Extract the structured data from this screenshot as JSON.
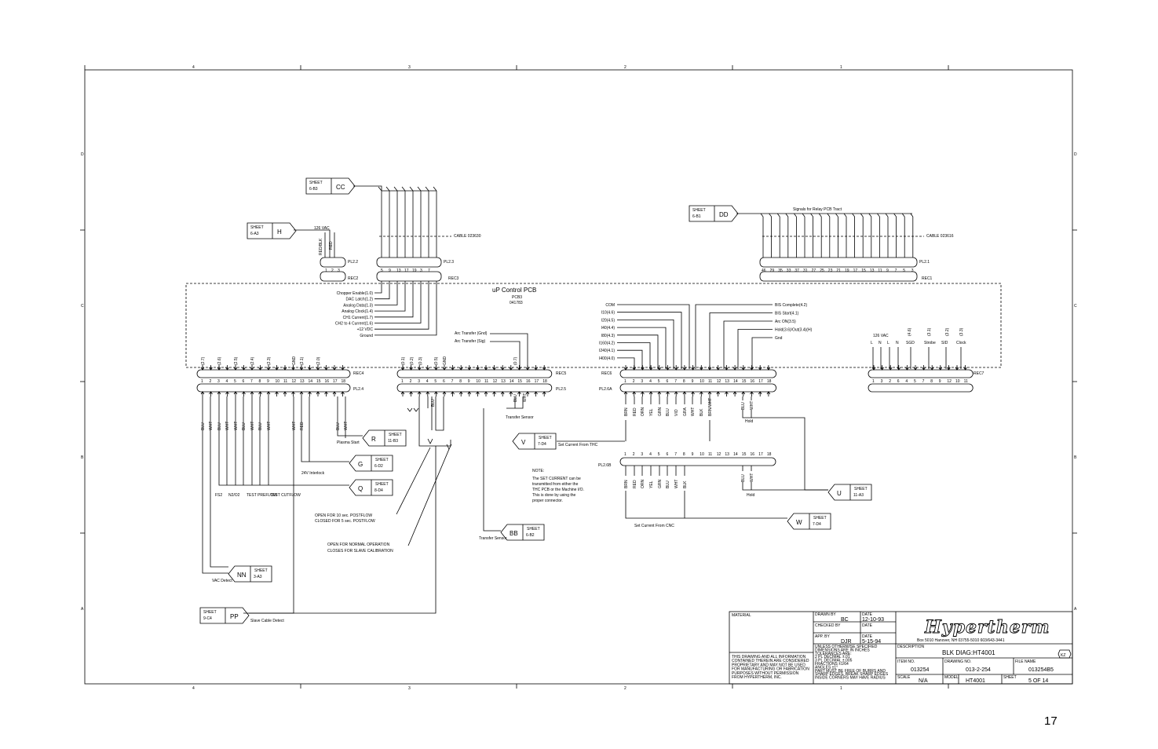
{
  "page_number": "17",
  "border": {
    "col_numbers": [
      "4",
      "3",
      "2",
      "1"
    ],
    "row_letters": [
      "D",
      "C",
      "B",
      "A"
    ]
  },
  "board": {
    "title": "uP Control PCB",
    "ref": "PCB3",
    "part": "041783"
  },
  "sheet_refs": [
    {
      "id": "CC",
      "sheet": "6-B3"
    },
    {
      "id": "H",
      "sheet": "6-A3"
    },
    {
      "id": "DD",
      "sheet": "6-B1"
    },
    {
      "id": "R",
      "sheet": "11-B3"
    },
    {
      "id": "G",
      "sheet": "6-D2"
    },
    {
      "id": "Q",
      "sheet": "8-D4"
    },
    {
      "id": "V",
      "sheet": "7-D4"
    },
    {
      "id": "U",
      "sheet": "11-A3"
    },
    {
      "id": "W",
      "sheet": "7-D4"
    },
    {
      "id": "BB",
      "sheet": "6-B2"
    },
    {
      "id": "NN",
      "sheet": "3-A3"
    },
    {
      "id": "PP",
      "sheet": "9-C4"
    }
  ],
  "sheet_word": "SHEET",
  "connectors": {
    "rec1": "REC1",
    "rec2": "REC2",
    "rec3": "REC3",
    "rec4": "REC4",
    "rec5": "REC5",
    "rec6": "REC6",
    "rec7": "REC7",
    "pl21": "PL2.1",
    "pl22": "PL2.2",
    "pl23": "PL2.3",
    "pl24": "PL2.4",
    "pl25": "PL2.5",
    "pl26a": "PL2.6A",
    "pl26b": "PL2.6B"
  },
  "cable_023630": "CABLE 023630",
  "cable_023616": "CABLE 023616",
  "relay_signals": "Signals for Relay PCB Tract",
  "vac_126": "126 VAC",
  "red_black": "RED/BLK",
  "red": "RED",
  "rec2_pins": [
    "1",
    "2",
    "3"
  ],
  "rec3_pins": [
    "5",
    "9",
    "13",
    "17",
    "19",
    "3",
    "7"
  ],
  "rec1_pins": [
    "46",
    "29",
    "35",
    "33",
    "37",
    "31",
    "27",
    "25",
    "23",
    "21",
    "19",
    "17",
    "15",
    "13",
    "11",
    "9",
    "7",
    "5",
    "3"
  ],
  "rec3_signals": [
    "Chopper Enable(1.0)",
    "DAC Latch(1.2)",
    "Analog Data(1.3)",
    "Analog Clock(1.4)",
    "CH1 Current(1.7)",
    "CH2 to 4 Current(1.6)",
    "+12 VDC",
    "Ground"
  ],
  "arc_transfer_gnd": "Arc Transfer (Gnd)",
  "arc_transfer_sig": "Arc Transfer (Sig)",
  "rec6_left_signals": [
    "COM",
    "I10(4.6)",
    "I20(4.5)",
    "I40(4.4)",
    "I80(4.3)",
    "I160(4.2)",
    "I240(4.1)",
    "I400(4.0)"
  ],
  "rec6_right_signals": [
    "BIS Complete(4.2)",
    "BIS Start(4.1)",
    "Arc ON(3.5)",
    "Hold(3.6)/Out(3.4)(H)",
    "Gnd"
  ],
  "rec7_header": "126 VAC",
  "rec7_labels": [
    "L",
    "N",
    "L",
    "N",
    "(4.6)",
    "SGD",
    "(3.1)",
    "Strobe",
    "(3.2)",
    "SID",
    "(3.3)",
    "Clock"
  ],
  "rec7_pins": [
    "1",
    "3",
    "2",
    "6",
    "4",
    "5",
    "7",
    "8",
    "9",
    "12",
    "10",
    "11"
  ],
  "rec4_bits": [
    "(2.7)",
    "(2.6)",
    "(2.5)",
    "(2.4)",
    "(2.3)",
    "GND",
    "(2.1)",
    "(2.0)"
  ],
  "rec5_bits": [
    "(0.1)",
    "(0.2)",
    "(0.3)",
    "(0.5)",
    "GND",
    "(0.7)"
  ],
  "pins18": [
    "1",
    "2",
    "3",
    "4",
    "5",
    "6",
    "7",
    "8",
    "9",
    "10",
    "11",
    "12",
    "13",
    "14",
    "15",
    "16",
    "17",
    "18"
  ],
  "pl24_colors": [
    "BLU",
    "WHT",
    "BLU",
    "WHT",
    "WHT",
    "BLU",
    "WHT",
    "BLU",
    "WHT",
    "WHT",
    "RED",
    "BLU",
    "WHT"
  ],
  "pl25_colors": [
    "BLU",
    "BLU",
    "WHT"
  ],
  "pl26a_colors": [
    "BRN",
    "RED",
    "ORN",
    "YEL",
    "GRN",
    "BLU",
    "VIO",
    "GRA",
    "WHT",
    "BLK",
    "BRN/WHT",
    "BLU",
    "WHT"
  ],
  "pl26b_colors": [
    "BRN",
    "RED",
    "ORN",
    "YEL",
    "GRN",
    "BLU",
    "WHT",
    "BLK",
    "BLU",
    "WHT"
  ],
  "labels": {
    "plasma_start": "Plasma Start",
    "interlock": "24V Interlock",
    "fs2": "FS2",
    "n2o2": "N2/O2",
    "test_preflow": "TEST PREFLOW",
    "test_cutflow": "TEST CUTFLOW",
    "vac_detect": "VAC Detect",
    "slave_cable": "Slave Cable Detect",
    "open_10sec": "OPEN FOR 10 sec. POSTFLOW",
    "closed_5sec": "CLOSED FOR 5 sec. POSTFLOW",
    "open_normal": "OPEN FOR NORMAL OPERATION",
    "closes_slave": "CLOSES FOR SLAVE CALIBRATION",
    "transfer_sensor": "Transfer Sensor",
    "set_current_thc": "Set Current From THC",
    "set_current_cnc": "Set Current From CNC",
    "hold": "Hold",
    "note_title": "NOTE:",
    "note_lines": [
      "The SET CURRENT can be",
      "transmitted from either the",
      "THC PCB or the Machine I/O.",
      "This is done by using the",
      "proper connector."
    ]
  },
  "title_block": {
    "material_label": "MATERIAL",
    "drawn_by_label": "DRAWN BY",
    "drawn_by": "BC",
    "date_label": "DATE",
    "drawn_date": "12-10-93",
    "checked_by_label": "CHECKED BY",
    "appr_by_label": "APP. BY",
    "appr_by": "DJR",
    "appr_date": "5-15-94",
    "company": "Hypertherm",
    "address": "Box 5010 Hanover, NH 03755-5010  603/643-3441",
    "description_label": "DESCRIPTION",
    "description": "BLK DIAG:HT4001",
    "rev_badge": "KZ",
    "item_no_label": "ITEM NO.",
    "item_no": "013254",
    "drawing_no_label": "DRAWING NO.",
    "drawing_no": "013-2-254",
    "file_name_label": "FILE NAME",
    "file_name": "013254B5",
    "scale_label": "SCALE",
    "scale": "N/A",
    "model_label": "MODEL",
    "model": "HT4001",
    "sheet_label": "SHEET",
    "sheet": "5 OF 14",
    "tolerances": [
      "UNLESS OTHERWISE SPECIFIED",
      "DIMENSIONS ARE IN INCHES",
      "TOLERANCES ARE:",
      "2 PL DECIMAL ±.01",
      "3 PL DECIMAL ±.005",
      "FRACTIONS ±1/64",
      "ANGLES ±1°",
      "PART MUST BE FREE OF BURRS AND",
      "SHARP EDGES. BREAK SHARP EDGES",
      "INSIDE CORNERS MAY HAVE RADIUS"
    ],
    "proprietary": [
      "THIS DRAWING AND ALL INFORMATION",
      "CONTAINED THEREIN ARE CONSIDERED",
      "PROPRIETARY AND MAY NOT BE USED",
      "FOR MANUFACTURING OR FABRICATION",
      "PURPOSES WITHOUT PERMISSION",
      "FROM HYPERTHERM, INC."
    ]
  }
}
